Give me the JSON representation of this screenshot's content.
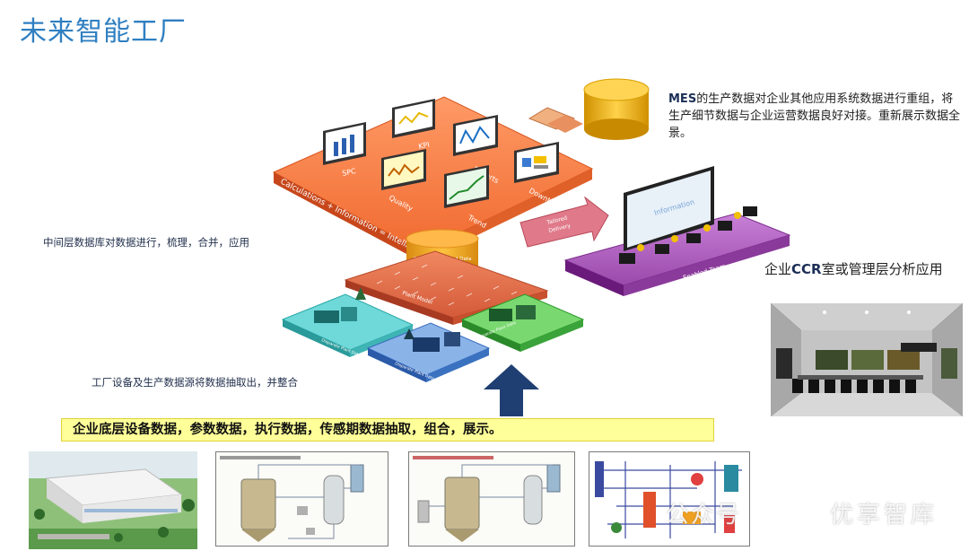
{
  "title": "未来智能工厂",
  "notes": {
    "middle": "中间层数据库对数据进行，梳理，合并，应用",
    "bottom": "工厂设备及生产数据源将数据抽取出，并整合",
    "top_prefix": "MES",
    "top_text": "的生产数据对企业其他应用系统数据进行重组，将生产细节数据与企业运营数据良好对接。重新展示数据全景。",
    "ccr_prefix": "企业",
    "ccr_bold": "CCR",
    "ccr_text": "室或管理层分析应用"
  },
  "banner": "企业底层设备数据，参数数据，执行数据，传感期数据抽取，组合，展示。",
  "diagram": {
    "top_layer_label": "Calculations + Information = Intelligence",
    "reports": [
      "SPC",
      "KPI",
      "Reports",
      "Quality",
      "Trend",
      "Downtime"
    ],
    "database_label": "Central Organized Data",
    "plant_model_label": "Plant Model",
    "plant_labels": [
      "Disparate Plant Data",
      "Disparate Plant Data",
      "Disparate Plant Data"
    ],
    "delivery_label_1": "Tailored",
    "delivery_label_2": "Delivery",
    "team_label": "Enabled Team",
    "screen_word": "Information"
  },
  "watermark": "公众号",
  "watermark2": "优享智库",
  "colors": {
    "title": "#2f7fc1",
    "top_layer": "#f47a45",
    "plant_model": "#e06a4a",
    "team_layer": "#a85ab8",
    "banner": "#ffff99",
    "arrow": "#1f3f73"
  }
}
